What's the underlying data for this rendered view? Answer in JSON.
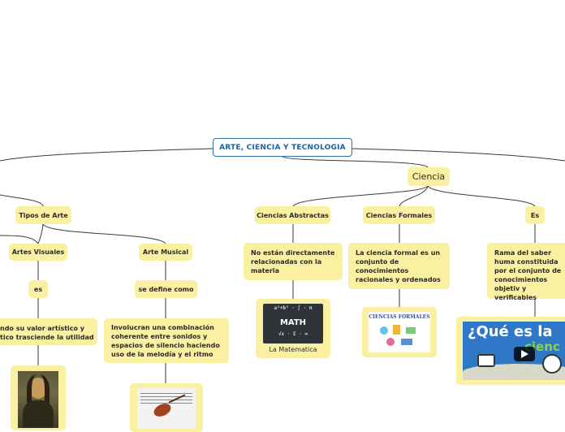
{
  "title": "ARTE, CIENCIA Y TECNOLOGIA",
  "nodes": {
    "ciencia": "Ciencia",
    "tipos_de_arte": "Tipos de Arte",
    "artes_visuales": "Artes Visuales",
    "arte_musical": "Arte Musical",
    "es_visual": "es",
    "se_define_como": "se define como",
    "visual_desc": "ndo su valor artístico y\ntico trasciende la utilidad",
    "musical_desc": "Involucran una combinación coherente entre sonidos y espacios de silencio haciendo uso de la melodía y el ritmo",
    "ciencias_abstractas": "Ciencias Abstractas",
    "ciencias_formales": "Ciencias Formales",
    "es_ciencia": "Es",
    "abstractas_desc": "No están directamente relacionadas con la materia",
    "formales_desc": "La ciencia formal es un conjunto de conocimientos racionales y ordenados",
    "es_desc": "Rama del saber huma constituida por el conjunto de conocimientos objetiv y verificables",
    "la_matematica": "La Matematica"
  },
  "images": {
    "math_board": "MATH",
    "ciencias_formales_card": "CIENCIAS FORMALES",
    "video_title_line1": "¿Qué es la",
    "video_title_line2": "cienc"
  },
  "colors": {
    "node_fill": "#faf0a2",
    "center_border": "#2f6bb0",
    "center_text": "#1f5fa6",
    "line": "#3a3a3a"
  }
}
